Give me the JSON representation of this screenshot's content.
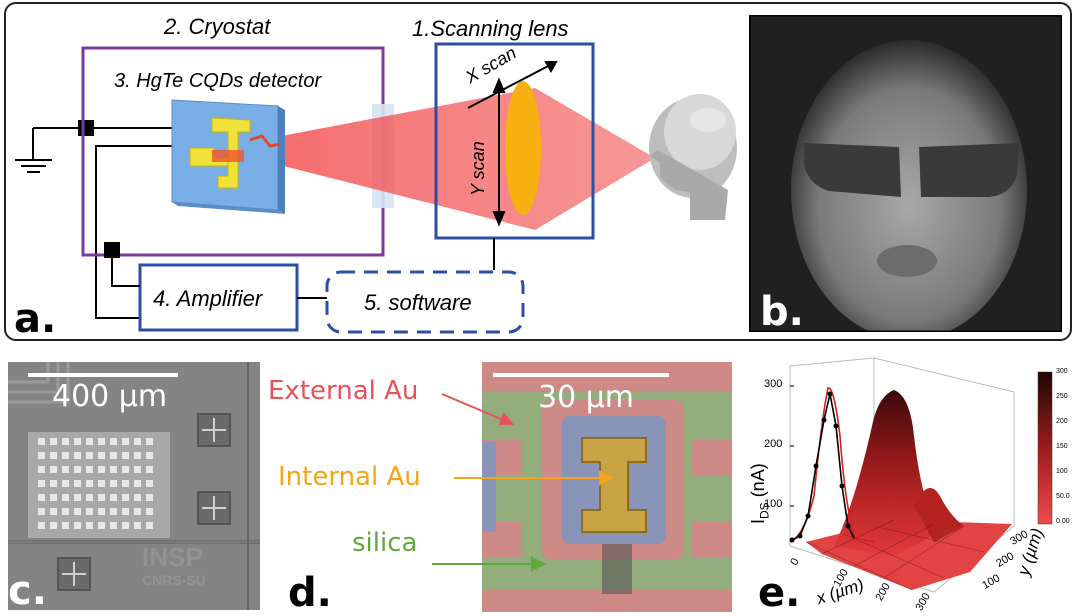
{
  "panel_a": {
    "letter": "a.",
    "cryostat": "2. Cryostat",
    "scanning_lens": "1.Scanning lens",
    "detector": "3. HgTe CQDs detector",
    "x_scan": "X scan",
    "y_scan": "Y scan",
    "amplifier": "4. Amplifier",
    "software": "5. software"
  },
  "panel_b": {
    "letter": "b."
  },
  "panel_c": {
    "letter": "c.",
    "scale": "400 µm",
    "watermark_1": "INSP",
    "watermark_2": "CNRS-SU"
  },
  "panel_d": {
    "letter": "d.",
    "scale": "30 µm",
    "external": "External Au",
    "internal": "Internal Au",
    "silica": "silica",
    "colors": {
      "external": "#e8525a",
      "internal": "#f5a31a",
      "silica": "#5fa83c"
    }
  },
  "panel_e": {
    "letter": "e.",
    "ylabel": "I",
    "ylabel_sub": "DS",
    "ylabel_unit": " (nA)",
    "xlabel": "x (µm)",
    "y2label": "y (µm)",
    "z_ticks": [
      "300",
      "200",
      "100"
    ],
    "x_ticks": [
      "0",
      "100",
      "200",
      "300"
    ],
    "y_ticks": [
      "300",
      "200",
      "100"
    ],
    "colorbar_ticks": [
      "300",
      "250",
      "200",
      "150",
      "100",
      "50.0",
      "0.00"
    ]
  }
}
